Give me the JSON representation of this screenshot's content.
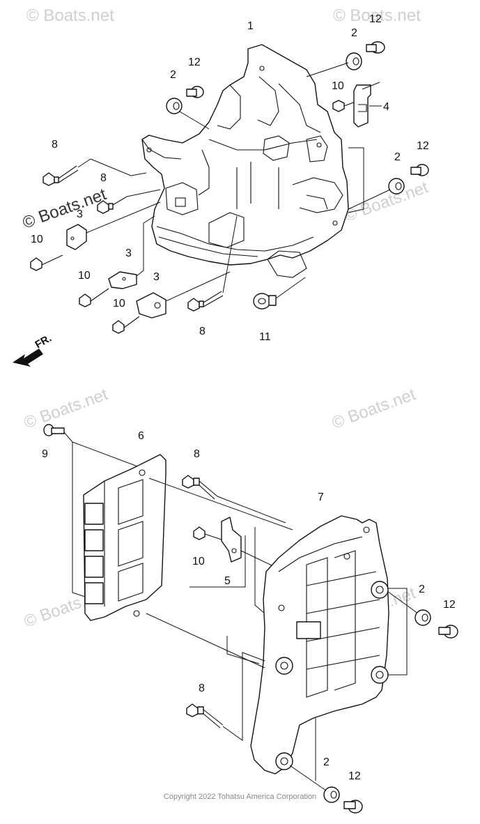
{
  "watermark": {
    "text": "© Boats.net"
  },
  "direction_label": "FR.",
  "copyright": "Copyright 2022 Tohatsu America Corporation",
  "callouts": {
    "c1": "1",
    "c2a": "2",
    "c12a": "12",
    "c2b": "2",
    "c12b": "12",
    "c10a": "10",
    "c4": "4",
    "c8a": "8",
    "c8b": "8",
    "c2c": "2",
    "c12c": "12",
    "c3a": "3",
    "c10b": "10",
    "c3b": "3",
    "c10c": "10",
    "c3c": "3",
    "c10d": "10",
    "c8c": "8",
    "c11": "11",
    "c9": "9",
    "c6": "6",
    "c8d": "8",
    "c7": "7",
    "c10e": "10",
    "c5": "5",
    "c2d": "2",
    "c12d": "12",
    "c8e": "8",
    "c2e": "2",
    "c12e": "12"
  }
}
